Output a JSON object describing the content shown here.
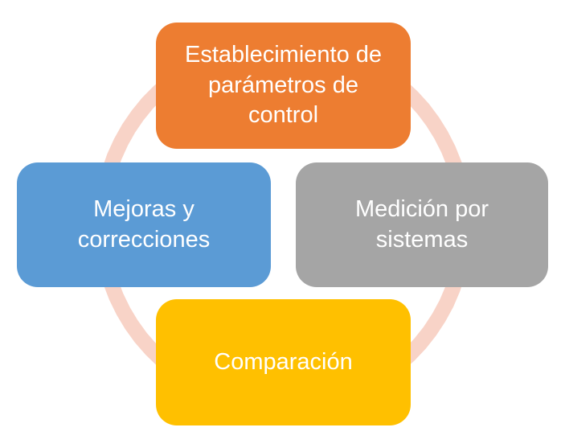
{
  "diagram": {
    "ring_color": "#F8D3C7",
    "steps": [
      {
        "id": "top",
        "label": "Establecimiento de\nparámetros de\ncontrol",
        "color": "#ED7D31"
      },
      {
        "id": "right",
        "label": "Medición por\nsistemas",
        "color": "#A5A5A5"
      },
      {
        "id": "bottom",
        "label": "Comparación",
        "color": "#FFC000"
      },
      {
        "id": "left",
        "label": "Mejoras y\ncorrecciones",
        "color": "#5B9BD5"
      }
    ]
  }
}
